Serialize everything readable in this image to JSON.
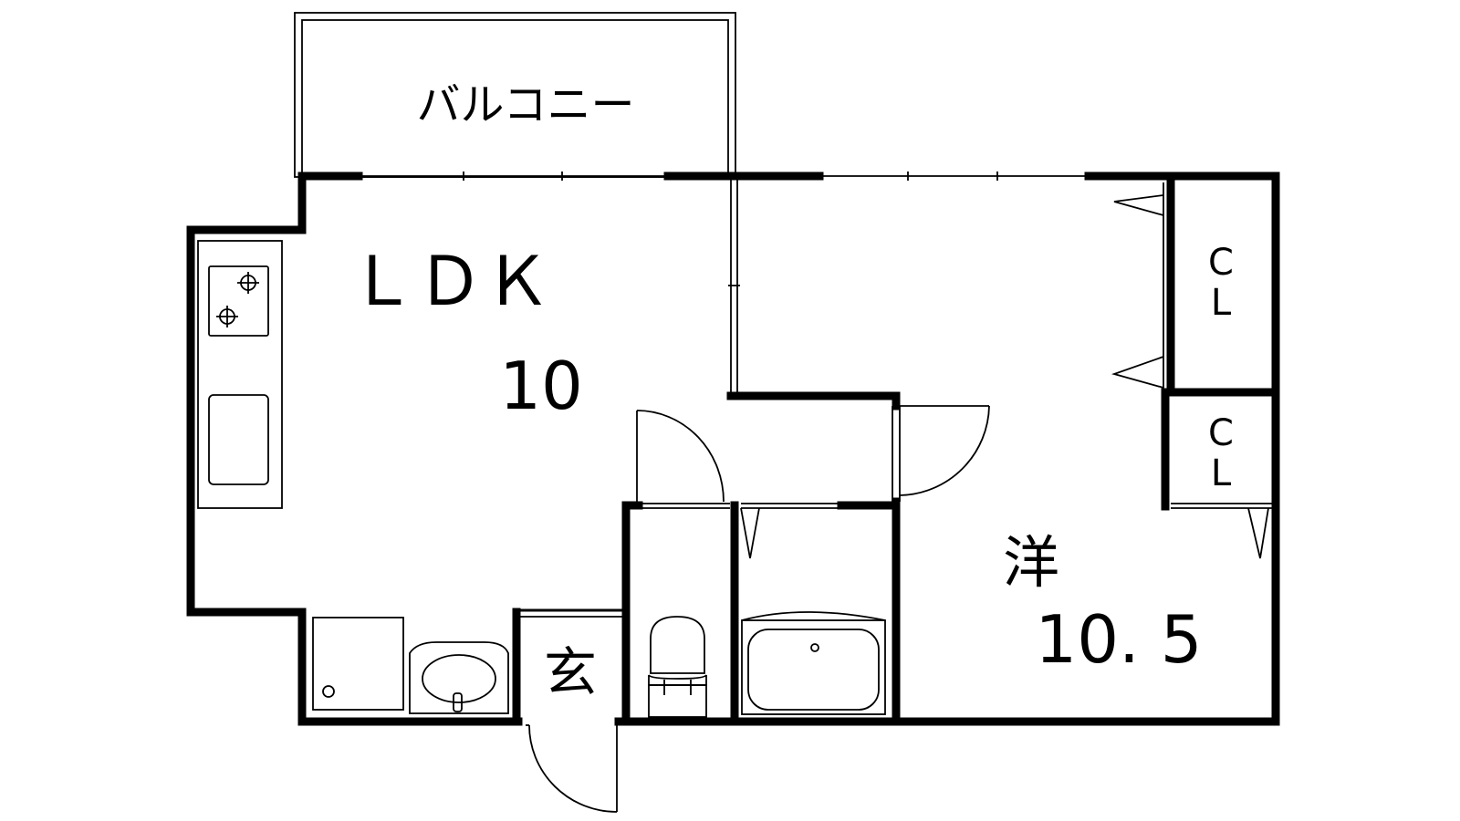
{
  "rooms": {
    "balcony": "バルコニー",
    "ldk_name": "ＬＤＫ",
    "ldk_size": "10",
    "western_name": "洋",
    "western_size": "10. 5",
    "entrance": "玄",
    "closet_top_c": "C",
    "closet_top_l": "L",
    "closet_bottom_c": "C",
    "closet_bottom_l": "L"
  },
  "colors": {
    "line": "#000000",
    "background": "#ffffff"
  }
}
